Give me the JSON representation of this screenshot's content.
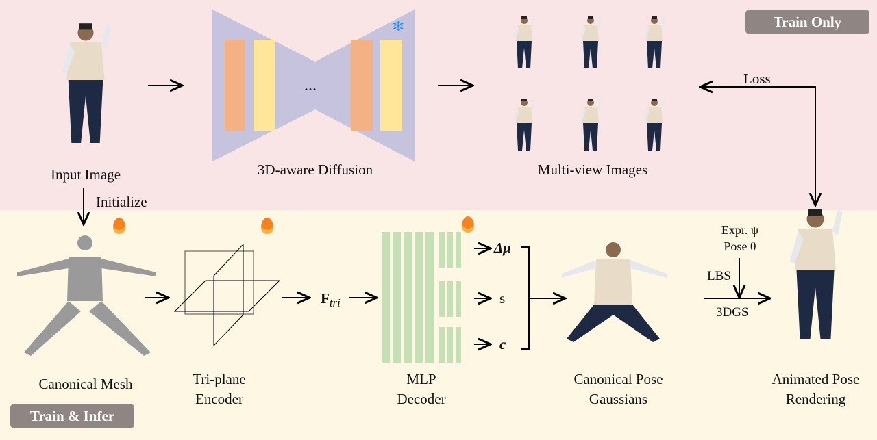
{
  "badges": {
    "train_only": "Train Only",
    "train_infer": "Train & Infer"
  },
  "labels": {
    "input_image": "Input Image",
    "diffusion": "3D-aware Diffusion",
    "multiview": "Multi-view Images",
    "loss": "Loss",
    "initialize": "Initialize",
    "canonical_mesh": "Canonical Mesh",
    "triplane_1": "Tri-plane",
    "triplane_2": "Encoder",
    "mlp_1": "MLP",
    "mlp_2": "Decoder",
    "f_tri": "F",
    "f_tri_sub": "tri",
    "delta_mu": "Δμ",
    "s": "s",
    "c": "c",
    "canonical_gauss_1": "Canonical Pose",
    "canonical_gauss_2": "Gaussians",
    "expr": "Expr. ψ",
    "pose": "Pose θ",
    "lbs": "LBS",
    "dgs": "3DGS",
    "animated_1": "Animated Pose",
    "animated_2": "Rendering",
    "ellipsis": "..."
  },
  "icons": {
    "frozen": "snowflake-icon",
    "trainable": "fire-icon"
  },
  "colors": {
    "top_bg": "#f9e4e6",
    "bottom_bg": "#fdf7e4",
    "badge": "#8f8582",
    "diffusion": "#c5c3dd",
    "orange_block": "#f4b183",
    "yellow_block": "#ffe699",
    "mlp": "#c5e0b4"
  }
}
